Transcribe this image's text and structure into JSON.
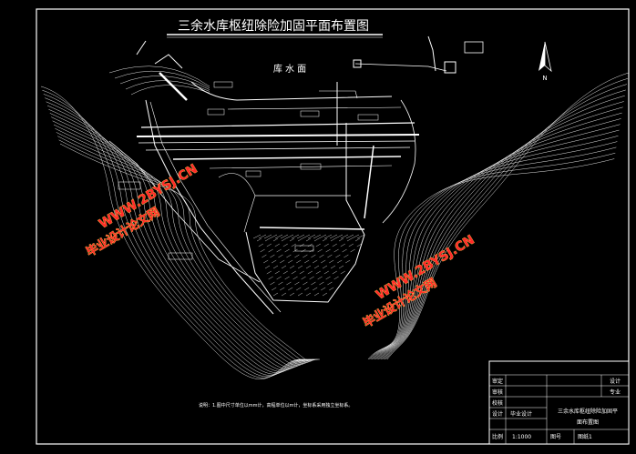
{
  "drawing": {
    "title": "三余水库枢纽除险加固平面布置图",
    "reservoir_label": "库 水 面",
    "north_label": "N",
    "note": "说明：1.图中尺寸单位以mm计，高程单位以m计，坐标系采用独立坐标系。"
  },
  "watermarks": [
    {
      "cn": "毕业设计论文网",
      "url": "WWW.2BYSJ.CN"
    },
    {
      "cn": "毕业设计论文网",
      "url": "WWW.2BYSJ.CN"
    }
  ],
  "title_block": {
    "rows": [
      {
        "label": "审定",
        "value": ""
      },
      {
        "label": "审核",
        "value": ""
      },
      {
        "label": "校核",
        "value": ""
      },
      {
        "label": "设计",
        "value": "毕业设计"
      },
      {
        "label": "比例",
        "value": "1:1000"
      }
    ],
    "right_top_labels": [
      "设计",
      "专业"
    ],
    "drawing_name": "三余水库枢纽除险加固平面布置图",
    "drawing_no_label": "图号",
    "drawing_no": "图纸1"
  },
  "colors": {
    "background": "#000000",
    "lines": "#ffffff",
    "watermark_fill": "#ff2a2a",
    "watermark_stroke": "#ffe14d"
  }
}
